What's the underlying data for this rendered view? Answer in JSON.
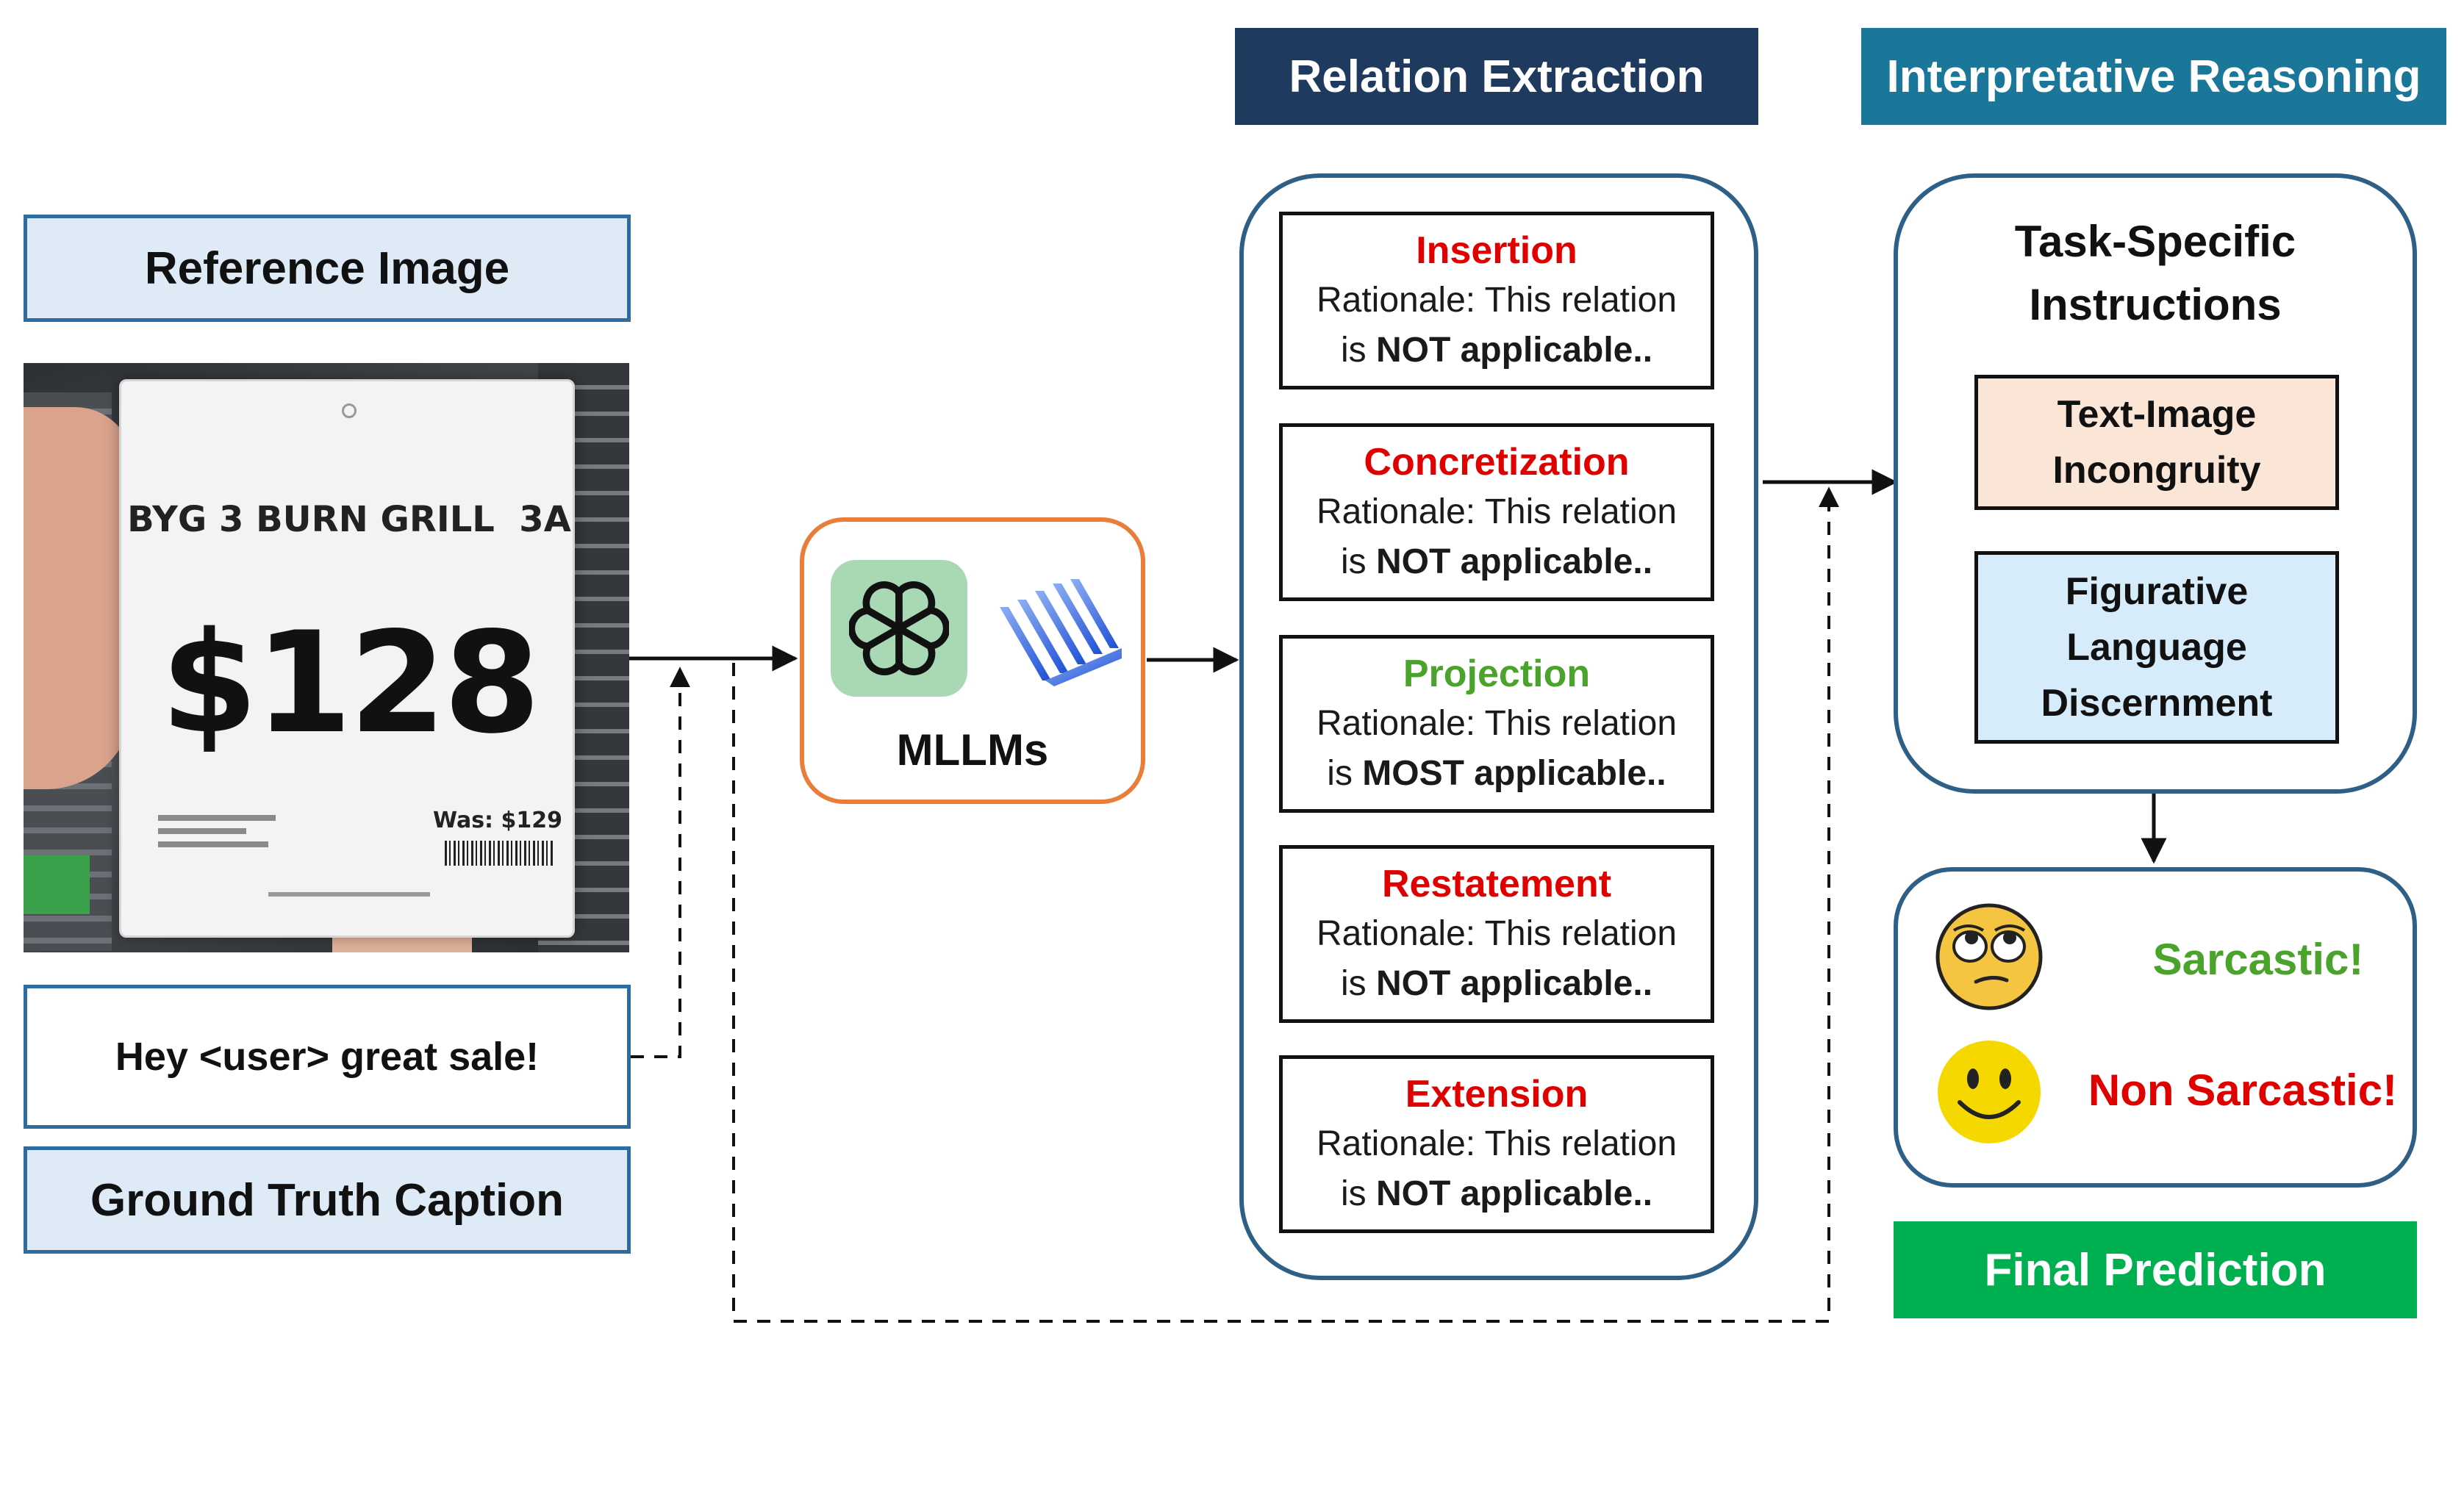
{
  "headers": {
    "relation_extraction": "Relation Extraction",
    "interpretative_reasoning": "Interpretative Reasoning"
  },
  "reference": {
    "label": "Reference Image",
    "sign_title": "BYG 3 BURN GRILL  3A",
    "sign_price": "$128",
    "sign_was": "Was: $129"
  },
  "caption": {
    "text": "Hey <user> great sale!",
    "label": "Ground Truth Caption"
  },
  "mllm": {
    "label": "MLLMs"
  },
  "relations": [
    {
      "title": "Insertion",
      "line1": "Rationale: This relation",
      "prefix": "is ",
      "strong": "NOT applicable..",
      "color": "#e00000"
    },
    {
      "title": "Concretization",
      "line1": "Rationale: This relation",
      "prefix": "is ",
      "strong": "NOT applicable..",
      "color": "#e00000"
    },
    {
      "title": "Projection",
      "line1": "Rationale: This relation",
      "prefix": "is ",
      "strong": "MOST applicable..",
      "color": "#4aa32b"
    },
    {
      "title": "Restatement",
      "line1": "Rationale: This relation",
      "prefix": "is ",
      "strong": "NOT applicable..",
      "color": "#e00000"
    },
    {
      "title": "Extension",
      "line1": "Rationale: This relation",
      "prefix": "is ",
      "strong": "NOT applicable..",
      "color": "#e00000"
    }
  ],
  "reasoning": {
    "title_line1": "Task-Specific",
    "title_line2": "Instructions",
    "sub1_line1": "Text-Image",
    "sub1_line2": "Incongruity",
    "sub2_line1": "Figurative",
    "sub2_line2": "Language",
    "sub2_line3": "Discernment"
  },
  "prediction": {
    "sarcastic": "Sarcastic!",
    "non_sarcastic": "Non Sarcastic!",
    "label": "Final Prediction"
  },
  "colors": {
    "header_dark": "#1f3a5f",
    "header_teal": "#1b7799",
    "box_blue": "#deebf7",
    "box_peach": "#fbe5d6",
    "mllm_orange": "#ea7d3a",
    "final_green": "#00b050"
  }
}
